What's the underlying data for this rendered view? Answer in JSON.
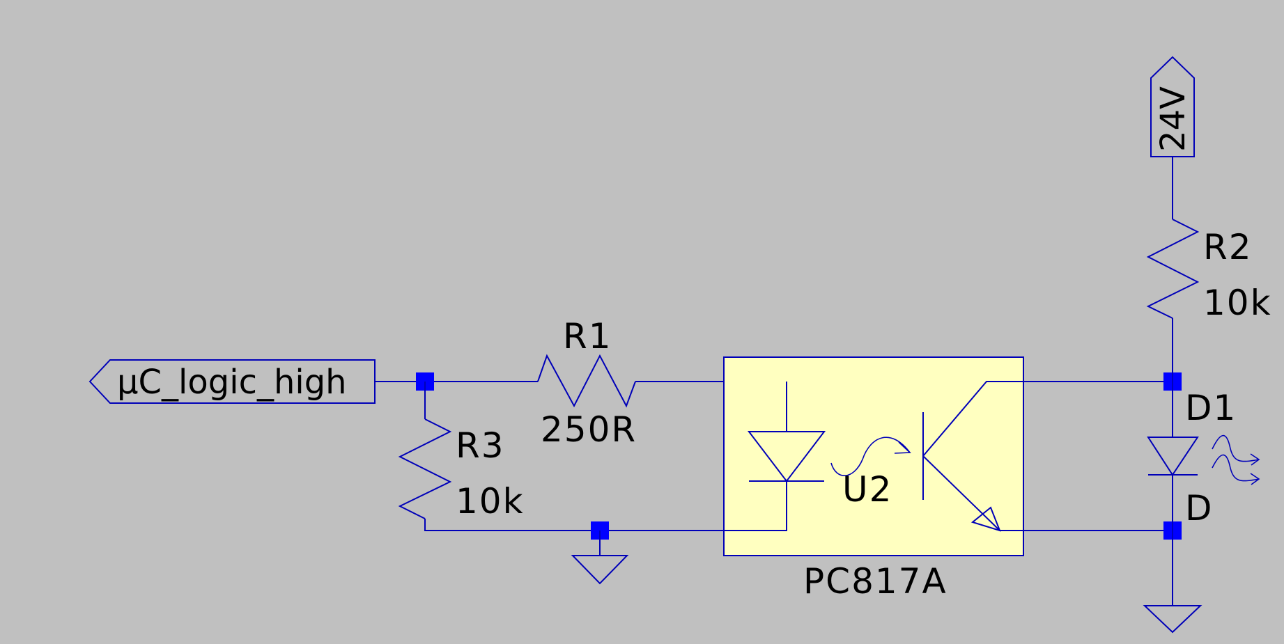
{
  "nets": {
    "input_label": "µC_logic_high",
    "supply_label": "24V"
  },
  "components": {
    "r1": {
      "ref": "R1",
      "value": "250R"
    },
    "r2": {
      "ref": "R2",
      "value": "10k"
    },
    "r3": {
      "ref": "R3",
      "value": "10k"
    },
    "u2": {
      "ref": "U2",
      "value": "PC817A"
    },
    "d1": {
      "ref": "D1",
      "value": "D"
    }
  },
  "colors": {
    "background": "#c0c0c0",
    "wire": "#0000b8",
    "junction": "#0000ff",
    "ic_body": "#ffffc0",
    "text": "#000000"
  }
}
